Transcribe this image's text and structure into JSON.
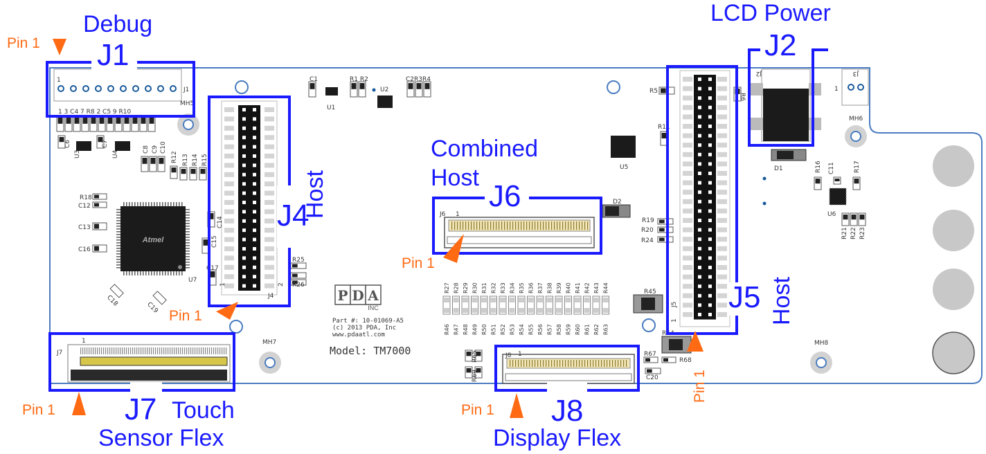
{
  "labels": {
    "debug": "Debug",
    "j1": "J1",
    "lcd_power": "LCD Power",
    "j2": "J2",
    "j4": "J4",
    "j4_host": "Host",
    "combined": "Combined",
    "combined_host": "Host",
    "j6": "J6",
    "j5": "J5",
    "j5_host": "Host",
    "j7": "J7",
    "touch": "Touch",
    "sensor_flex": "Sensor Flex",
    "j8": "J8",
    "display_flex": "Display Flex"
  },
  "pin_labels": {
    "top_left": "Pin 1",
    "j4": "Pin 1",
    "j6": "Pin 1",
    "j7": "Pin 1",
    "j8": "Pin 1",
    "j5": "Pin 1"
  },
  "board": {
    "part_number": "Part #: 10-01069-A5",
    "copyright": "(c) 2013 PDA, Inc",
    "website": "www.pdaatl.com",
    "model": "Model: TM7000",
    "logo_sub": "INC",
    "refdes": {
      "j1": "J1",
      "j3": "J3",
      "j4": "J4",
      "j5": "J5",
      "j6": "J6",
      "j7": "J7",
      "j8": "J8",
      "c1": "C1",
      "r1r2": "R1 R2",
      "u2": "U2",
      "c2r3r4": "C2R3R4",
      "u1": "U1",
      "mh5": "MH5",
      "mh6": "MH6",
      "mh7": "MH7",
      "mh8": "MH8",
      "u3": "U3",
      "u4": "U4",
      "u5": "U5",
      "u6": "U6",
      "u7": "U7",
      "d1": "D1",
      "d2": "D2",
      "r5": "R5",
      "r6": "R6",
      "r11": "R11",
      "r16": "R16",
      "c11": "C11",
      "r17": "R17",
      "r18": "R18",
      "c12": "C12",
      "c13": "C13",
      "c16": "C16",
      "c14": "C14",
      "c15": "C15",
      "c17": "C17",
      "c18": "C18",
      "c19": "C19",
      "r19": "R19",
      "r20": "R20",
      "r24": "R24",
      "r25": "R25",
      "r26": "R26",
      "r45": "R45",
      "r64": "R64",
      "r67": "R67",
      "r68": "R68",
      "c20": "C20",
      "r21": "R21",
      "r22": "R22",
      "r23": "R23",
      "c6": "C6",
      "c7": "C7",
      "c8": "C8",
      "c9": "C9",
      "c10": "C10",
      "r12": "R12",
      "r13": "R13",
      "r14": "R14",
      "r15": "R15",
      "row_top": "1 3 C4 7 R8 2 C5 9 R10",
      "pin_one": "1",
      "pin_two": "2",
      "r65": "R65",
      "r69": "R69",
      "chip_logo": "Atmel"
    },
    "upper_resistors": [
      "R27",
      "R28",
      "R29",
      "R30",
      "R31",
      "R32",
      "R33",
      "R34",
      "R35",
      "R36",
      "R37",
      "R38",
      "R39",
      "R40",
      "R41",
      "R42",
      "R43",
      "R44"
    ],
    "lower_resistors": [
      "R46",
      "R47",
      "R48",
      "R49",
      "R50",
      "R51",
      "R52",
      "R53",
      "R54",
      "R55",
      "R56",
      "R57",
      "R58",
      "R59",
      "R60",
      "R61",
      "R62",
      "R63"
    ]
  },
  "colors": {
    "label_blue": "#1a1aff",
    "pin_orange": "#ff6a13",
    "board_outline": "#4a7cc0",
    "box_blue": "#1a1aff"
  }
}
